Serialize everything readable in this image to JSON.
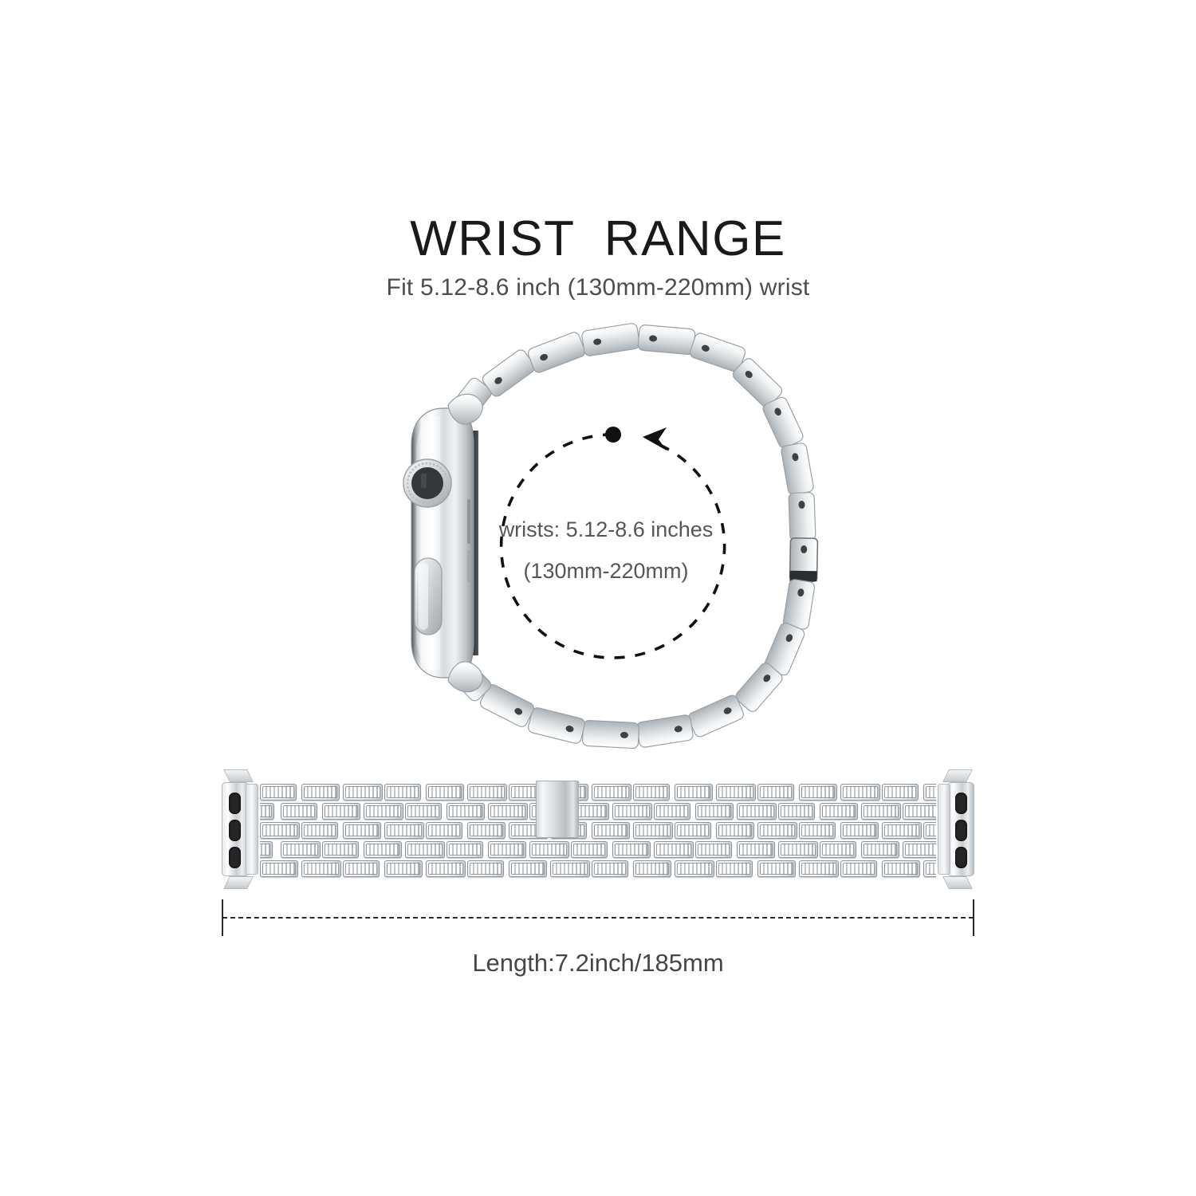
{
  "header": {
    "title": "WRIST  RANGE",
    "subtitle": "Fit 5.12-8.6 inch (130mm-220mm) wrist"
  },
  "wrist_diagram": {
    "circle_label_line1": "wrists: 5.12-8.6 inches",
    "circle_label_line2": "(130mm-220mm)",
    "arrow_direction": "counter-clockwise",
    "marker_dot": "start-point-dot",
    "watch_case": {
      "view": "side-profile",
      "crown": "digital-crown",
      "side_button": "side-button"
    },
    "band_style": "metal-link-loop"
  },
  "strap": {
    "length_label": "Length:7.2inch/185mm",
    "clasp": "center-clasp",
    "lug_slots_per_side": 3,
    "bracelet_rows": 5,
    "style": "rhinestone-brick-link"
  },
  "colors": {
    "title_text": "#1a1a1a",
    "body_text": "#4d4d4d",
    "label_text": "#565656",
    "dimension_line": "#2b2b2b",
    "metal_light": "#f6f7f8",
    "metal_mid": "#d3d7da",
    "metal_dark": "#a9afb4",
    "slot_dark": "#262626",
    "background": "#ffffff"
  }
}
